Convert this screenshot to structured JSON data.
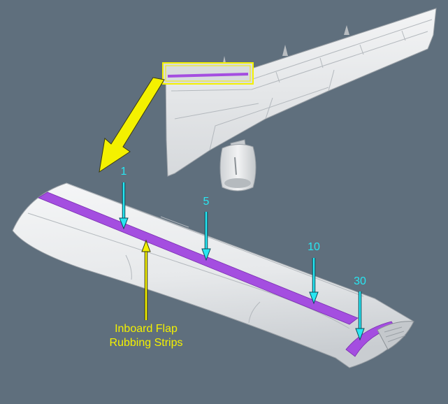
{
  "colors": {
    "background": "#5f6f7d",
    "strip": "#a44ee0",
    "callout": "#f4f100",
    "pointer": "#28e6f2",
    "surface": "#e9ebed"
  },
  "markers": [
    {
      "id": "m1",
      "label": "1"
    },
    {
      "id": "m5",
      "label": "5"
    },
    {
      "id": "m10",
      "label": "10"
    },
    {
      "id": "m30",
      "label": "30"
    }
  ],
  "caption": {
    "line1": "Inboard Flap",
    "line2": "Rubbing Strips"
  }
}
